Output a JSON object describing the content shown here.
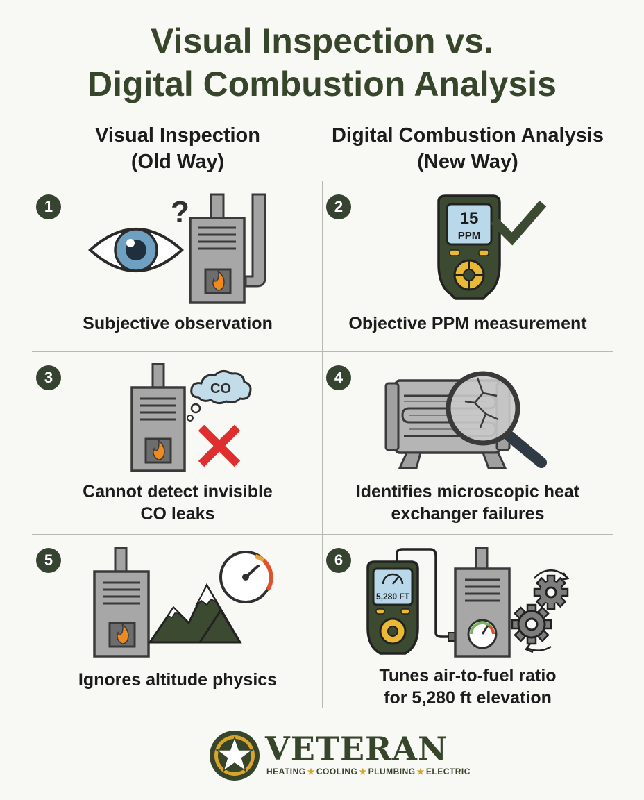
{
  "title": {
    "line1": "Visual Inspection vs.",
    "line2": "Digital Combustion Analysis"
  },
  "columns": {
    "left": {
      "line1": "Visual Inspection",
      "line2": "(Old Way)"
    },
    "right": {
      "line1": "Digital Combustion Analysis",
      "line2": "(New Way)"
    }
  },
  "cells": [
    {
      "number": "1",
      "lines": [
        "Subjective observation"
      ],
      "icon": "eye-question-furnace-icon",
      "glyph": "?"
    },
    {
      "number": "2",
      "lines": [
        "Objective PPM measurement"
      ],
      "icon": "analyzer-checkmark-icon",
      "screen_value": "15",
      "screen_unit": "PPM"
    },
    {
      "number": "3",
      "lines": [
        "Cannot detect invisible",
        "CO leaks"
      ],
      "icon": "furnace-co-cloud-x-icon",
      "cloud_text": "CO"
    },
    {
      "number": "4",
      "lines": [
        "Identifies microscopic heat",
        "exchanger failures"
      ],
      "icon": "heat-exchanger-magnifier-icon"
    },
    {
      "number": "5",
      "lines": [
        "Ignores altitude physics"
      ],
      "icon": "furnace-mountain-gauge-icon"
    },
    {
      "number": "6",
      "lines": [
        "Tunes air-to-fuel ratio",
        "for 5,280 ft elevation"
      ],
      "icon": "analyzer-furnace-gears-icon",
      "screen_text": "5,280 FT"
    }
  ],
  "brand": {
    "name": "VETERAN",
    "tagline": [
      "HEATING",
      "COOLING",
      "PLUMBING",
      "ELECTRIC"
    ],
    "star_glyph": "★",
    "colors": {
      "olive": "#37452b",
      "gold": "#d8a42a"
    }
  },
  "colors": {
    "title": "#37452b",
    "badge": "#364331",
    "device_green": "#3b4a30",
    "screen_blue": "#b9d8ea",
    "x_red": "#e02d2d",
    "flame_orange": "#f08a1c",
    "furnace_gray": "#a3a3a3"
  }
}
